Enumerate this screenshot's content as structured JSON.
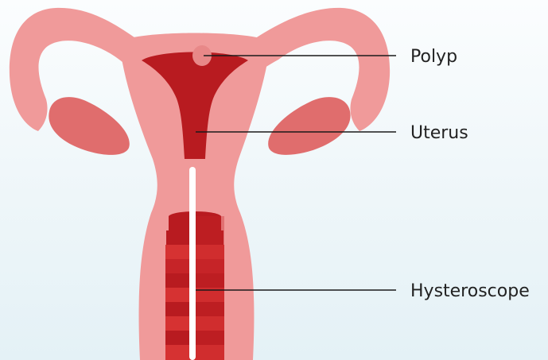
{
  "labels": {
    "polyp": "Polyp",
    "uterus": "Uterus",
    "hysteroscope": "Hysteroscope"
  },
  "colors": {
    "background_top": "#fbfdfe",
    "background_bottom": "#e4f1f6",
    "tissue_outer": "#f09a9a",
    "ovary": "#e06d6d",
    "cavity": "#b81b20",
    "canal_band_dark": "#b81b20",
    "canal_band_light": "#d63232",
    "polyp": "#e88888",
    "hysteroscope": "#ffffff",
    "leader_line": "#1a1a1a",
    "label_text": "#222222"
  }
}
